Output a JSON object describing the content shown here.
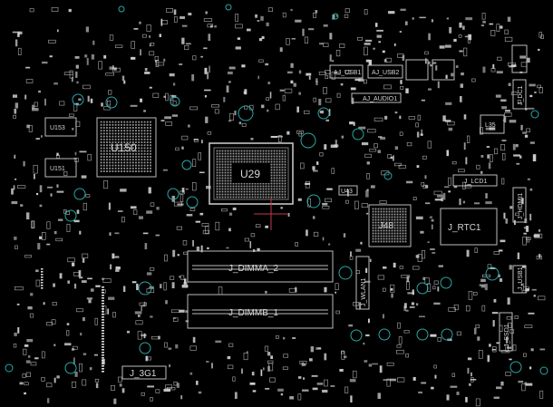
{
  "colors": {
    "background": "#000000",
    "component": "#d8d8d8",
    "outline": "#bdbdbd",
    "via": "#2aa6a6",
    "crosshair": "#c0394b"
  },
  "labels": {
    "u150": "U150",
    "u29": "U29",
    "j48": "J48",
    "j_rtc1": "J_RTC1",
    "j_dimma_2": "J_DIMMA_2",
    "j_dimmb_1": "J_DIMMB_1",
    "j_3g1": "J_3G1",
    "l35": "L35",
    "u43": "U43",
    "u153": "U153",
    "u151": "U151",
    "j_wlan1": "J_WLAN1",
    "j_ssd1": "J_SSD1",
    "j_lcd1": "J_LCD1",
    "j_hdmi1": "J_HDMI1",
    "j_usb1": "J_USB1",
    "j_dc1": "J_DC1",
    "j_usb2": "J_USB2",
    "aj_usb1": "AJ_USB1",
    "aj_usb2": "AJ_USB2",
    "aj_audio1": "AJ_AUDIO1"
  }
}
